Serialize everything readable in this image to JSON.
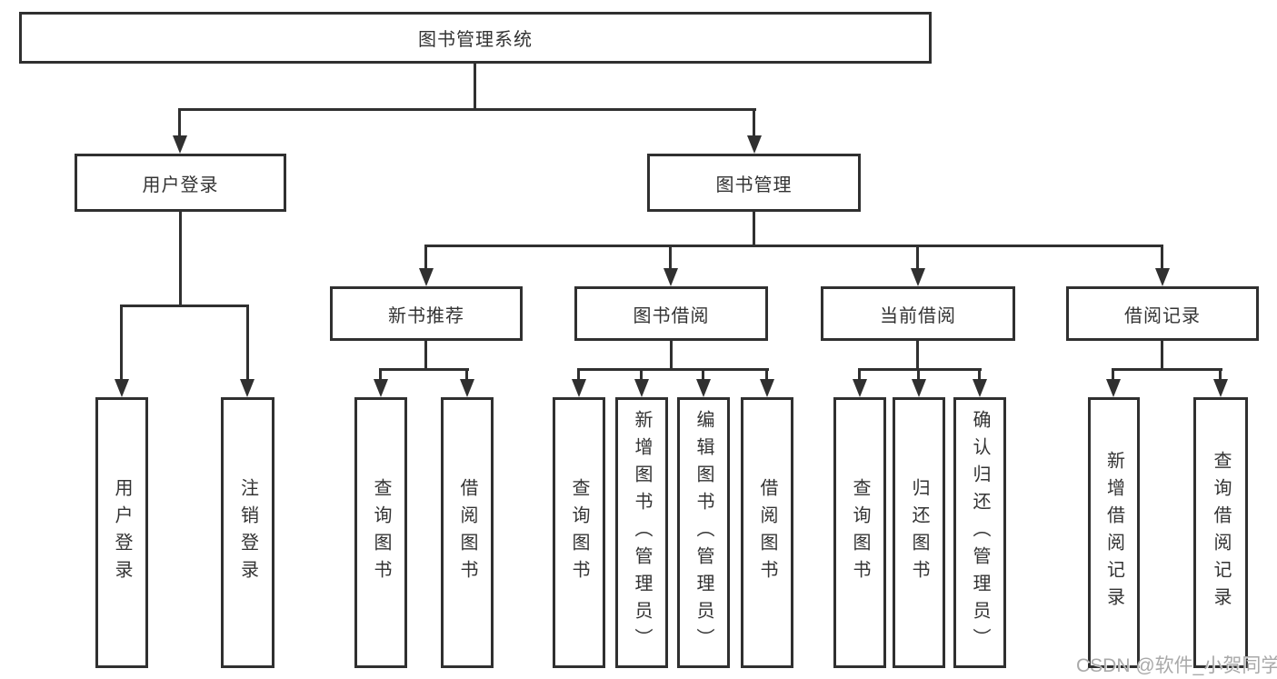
{
  "tree": {
    "root": {
      "label": "图书管理系统",
      "children": [
        {
          "label": "用户登录",
          "children": [
            {
              "label": "用户登录"
            },
            {
              "label": "注销登录"
            }
          ]
        },
        {
          "label": "图书管理",
          "children": [
            {
              "label": "新书推荐",
              "children": [
                {
                  "label": "查询图书"
                },
                {
                  "label": "借阅图书"
                }
              ]
            },
            {
              "label": "图书借阅",
              "children": [
                {
                  "label": "查询图书"
                },
                {
                  "label": "新增图书（管理员）"
                },
                {
                  "label": "编辑图书（管理员）"
                },
                {
                  "label": "借阅图书"
                }
              ]
            },
            {
              "label": "当前借阅",
              "children": [
                {
                  "label": "查询图书"
                },
                {
                  "label": "归还图书"
                },
                {
                  "label": "确认归还（管理员）"
                }
              ]
            },
            {
              "label": "借阅记录",
              "children": [
                {
                  "label": "新增借阅记录"
                },
                {
                  "label": "查询借阅记录"
                }
              ]
            }
          ]
        }
      ]
    }
  },
  "watermark": {
    "text": "CSDN @软件_小贺同学"
  },
  "colors": {
    "line": "#303030",
    "box_border": "#303030",
    "text": "#333333",
    "background": "#ffffff",
    "watermark": "#a9a9a9"
  }
}
